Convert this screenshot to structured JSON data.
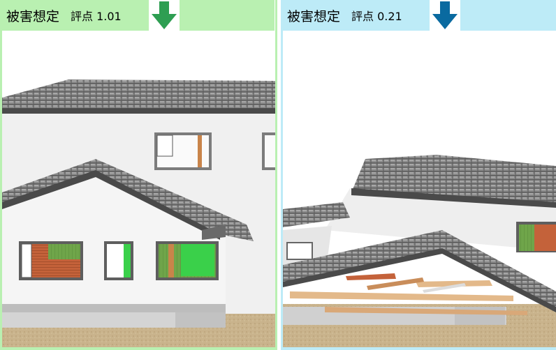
{
  "panels": [
    {
      "label": "被害想定",
      "score": "評点 1.01",
      "arrow_color": "#2e9e52",
      "arrow_icon": "arrow-down-icon",
      "header_color": "#b9f0b1"
    },
    {
      "label": "被害想定",
      "score": "評点 0.21",
      "arrow_color": "#0a6aa0",
      "arrow_icon": "arrow-down-icon",
      "header_color": "#bdebf7"
    }
  ]
}
